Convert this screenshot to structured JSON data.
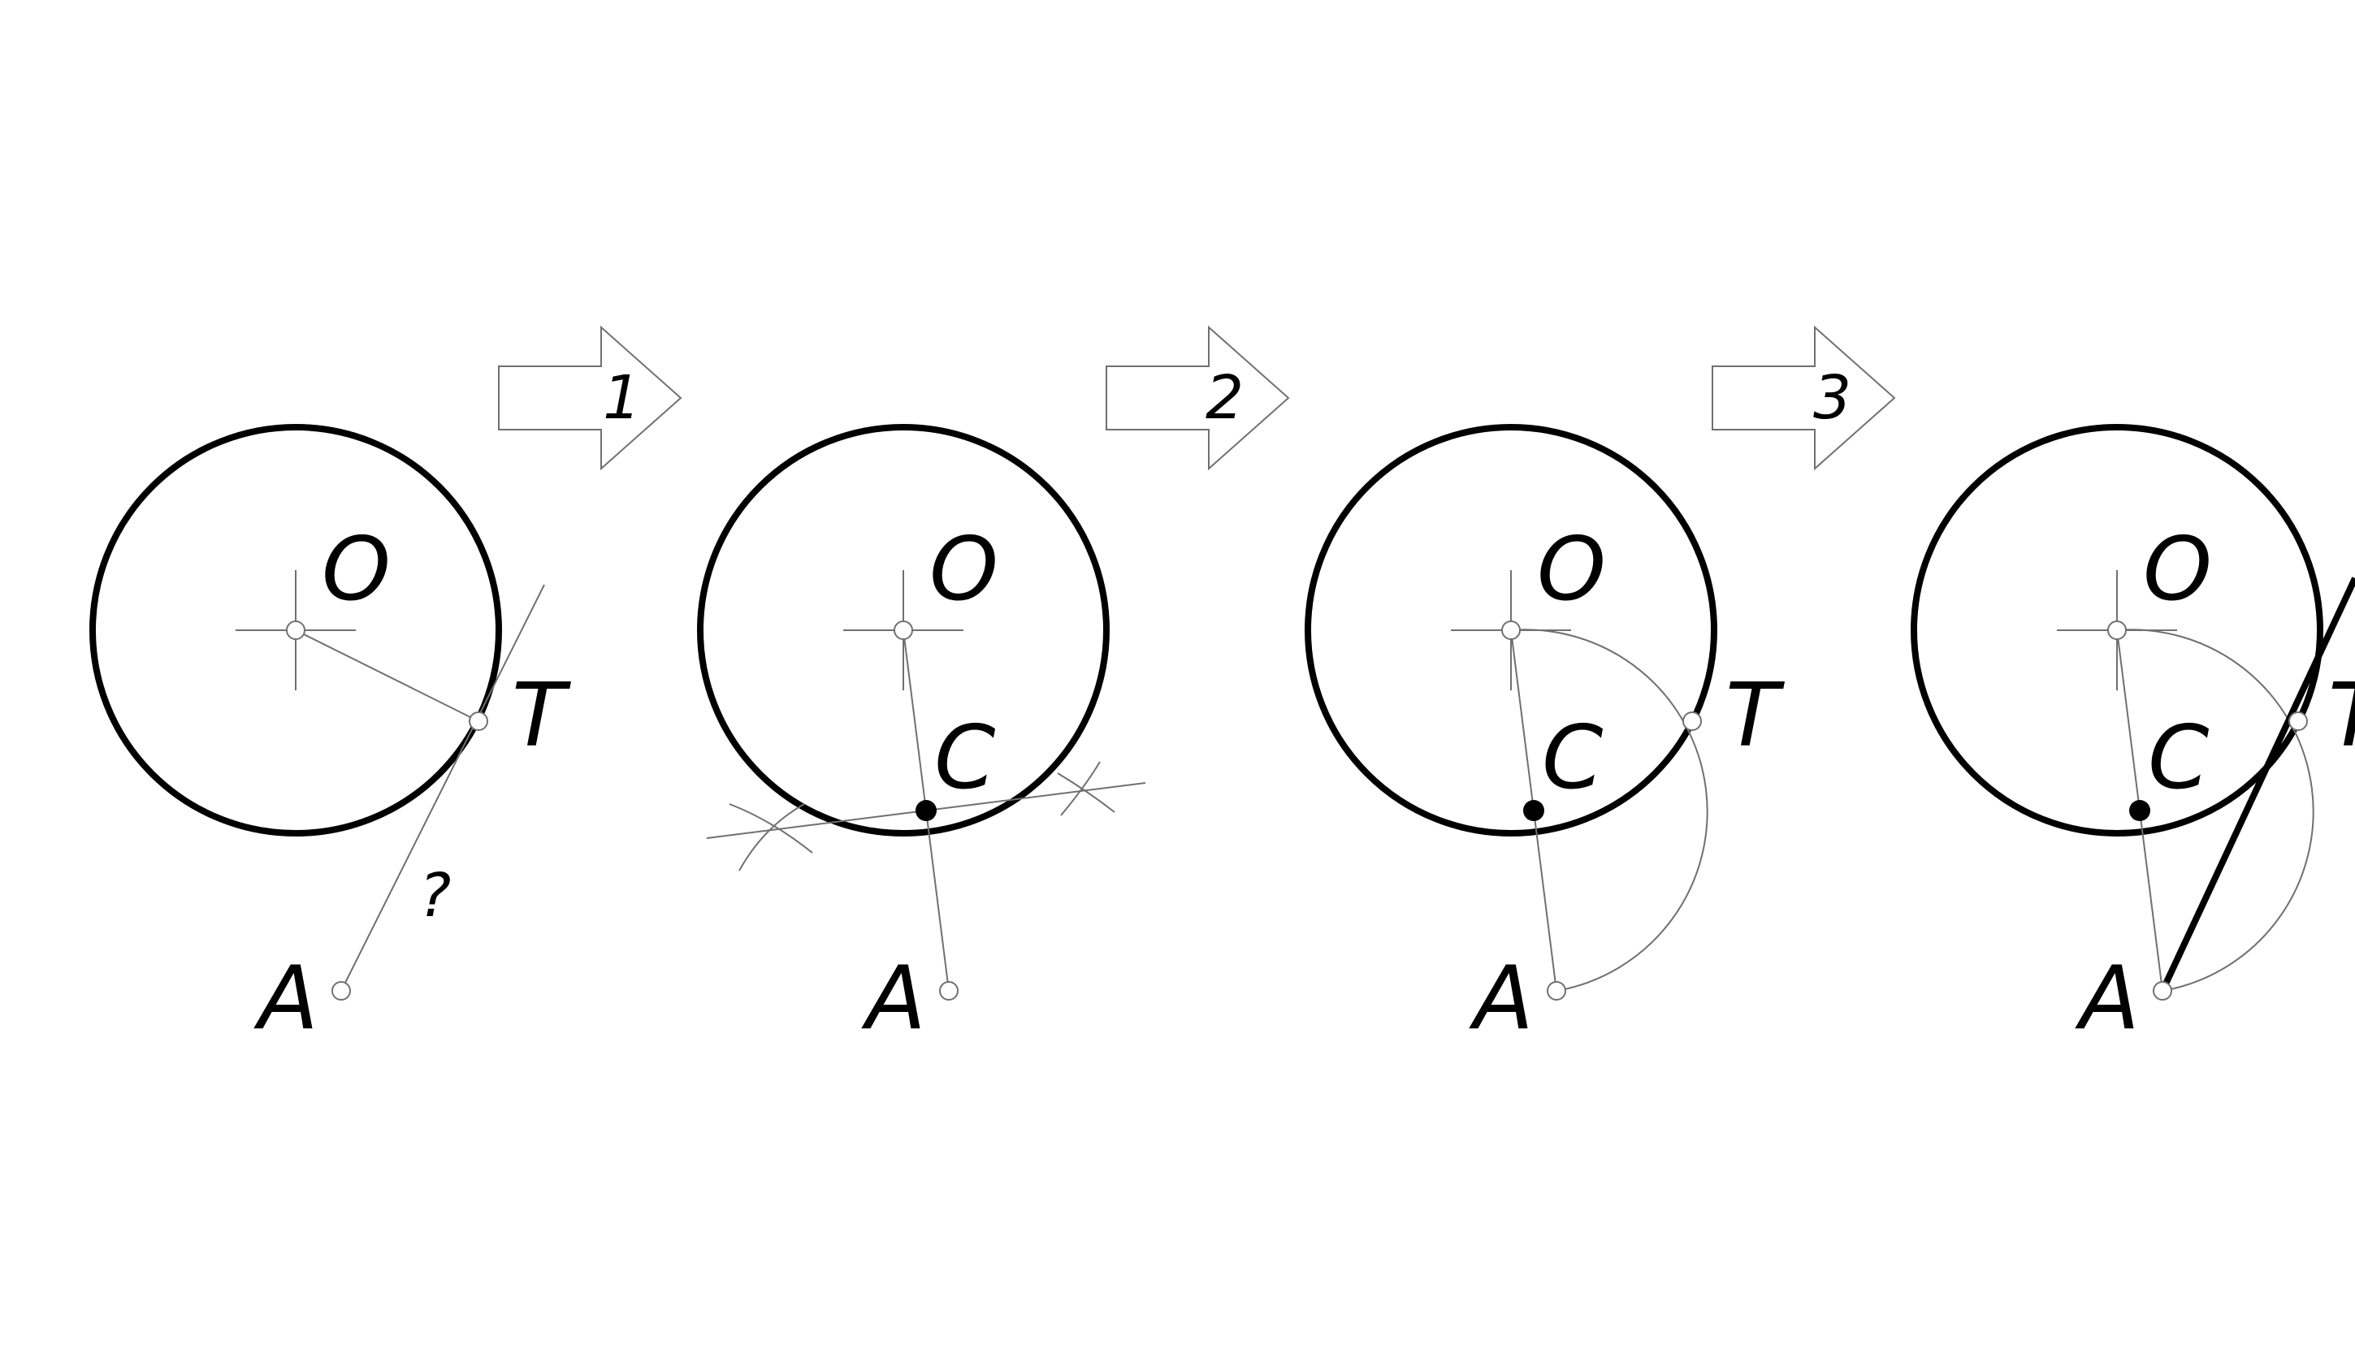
{
  "colors": {
    "line": "#000000",
    "construction": "#707070",
    "background": "#ffffff"
  },
  "labels": {
    "center": "O",
    "tangent_point": "T",
    "external_point": "A",
    "midpoint": "C",
    "unknown": "?"
  },
  "steps": [
    "1",
    "2",
    "3"
  ]
}
